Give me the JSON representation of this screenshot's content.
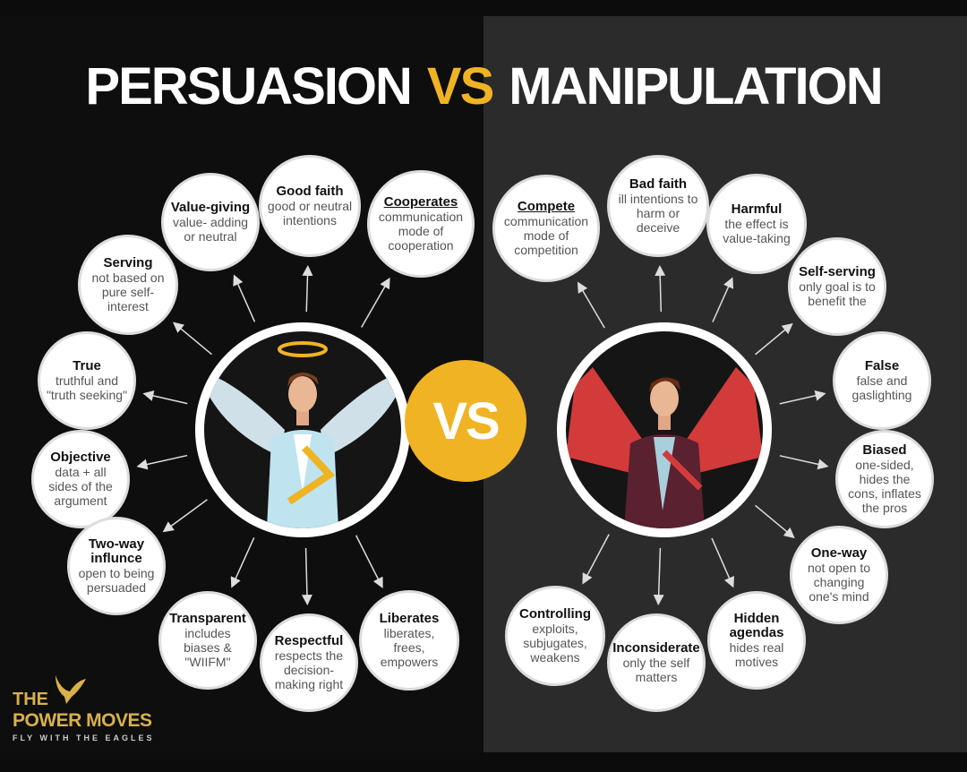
{
  "title": {
    "left": "PERSUASION",
    "vs": "VS",
    "right": "MANIPULATION"
  },
  "center_label": "VS",
  "persuasion": [
    {
      "h": "Good faith",
      "t": "good or neutral intentions"
    },
    {
      "h": "Value-giving",
      "t": "value- adding or neutral"
    },
    {
      "h": "Cooperates",
      "t": "communication mode of cooperation"
    },
    {
      "h": "Serving",
      "t": "not based on pure self-interest"
    },
    {
      "h": "True",
      "t": "truthful and \"truth seeking\""
    },
    {
      "h": "Objective",
      "t": "data + all sides of the argument"
    },
    {
      "h": "Two-way influnce",
      "t": "open to being persuaded"
    },
    {
      "h": "Transparent",
      "t": "includes biases & \"WIIFM\""
    },
    {
      "h": "Respectful",
      "t": "respects the decision-making right"
    },
    {
      "h": "Liberates",
      "t": "liberates, frees, empowers"
    }
  ],
  "manipulation": [
    {
      "h": "Compete",
      "t": "communication mode of competition"
    },
    {
      "h": "Bad faith",
      "t": "ill intentions to harm or deceive"
    },
    {
      "h": "Harmful",
      "t": "the effect is value-taking"
    },
    {
      "h": "Self-serving",
      "t": "only goal is to benefit the"
    },
    {
      "h": "False",
      "t": "false and gaslighting"
    },
    {
      "h": "Biased",
      "t": "one-sided, hides the cons, inflates the pros"
    },
    {
      "h": "One-way",
      "t": "not open to changing one's mind"
    },
    {
      "h": "Hidden agendas",
      "t": "hides real motives"
    },
    {
      "h": "Inconsiderate",
      "t": "only the self matters"
    },
    {
      "h": "Controlling",
      "t": "exploits, subjugates, weakens"
    }
  ],
  "logo": {
    "line1": "THE",
    "line2": "POWER MOVES",
    "tagline": "FLY WITH THE EAGLES"
  },
  "colors": {
    "accent": "#f0b323",
    "left_bg": "#0e0e0e",
    "right_bg": "#2b2b2b"
  }
}
